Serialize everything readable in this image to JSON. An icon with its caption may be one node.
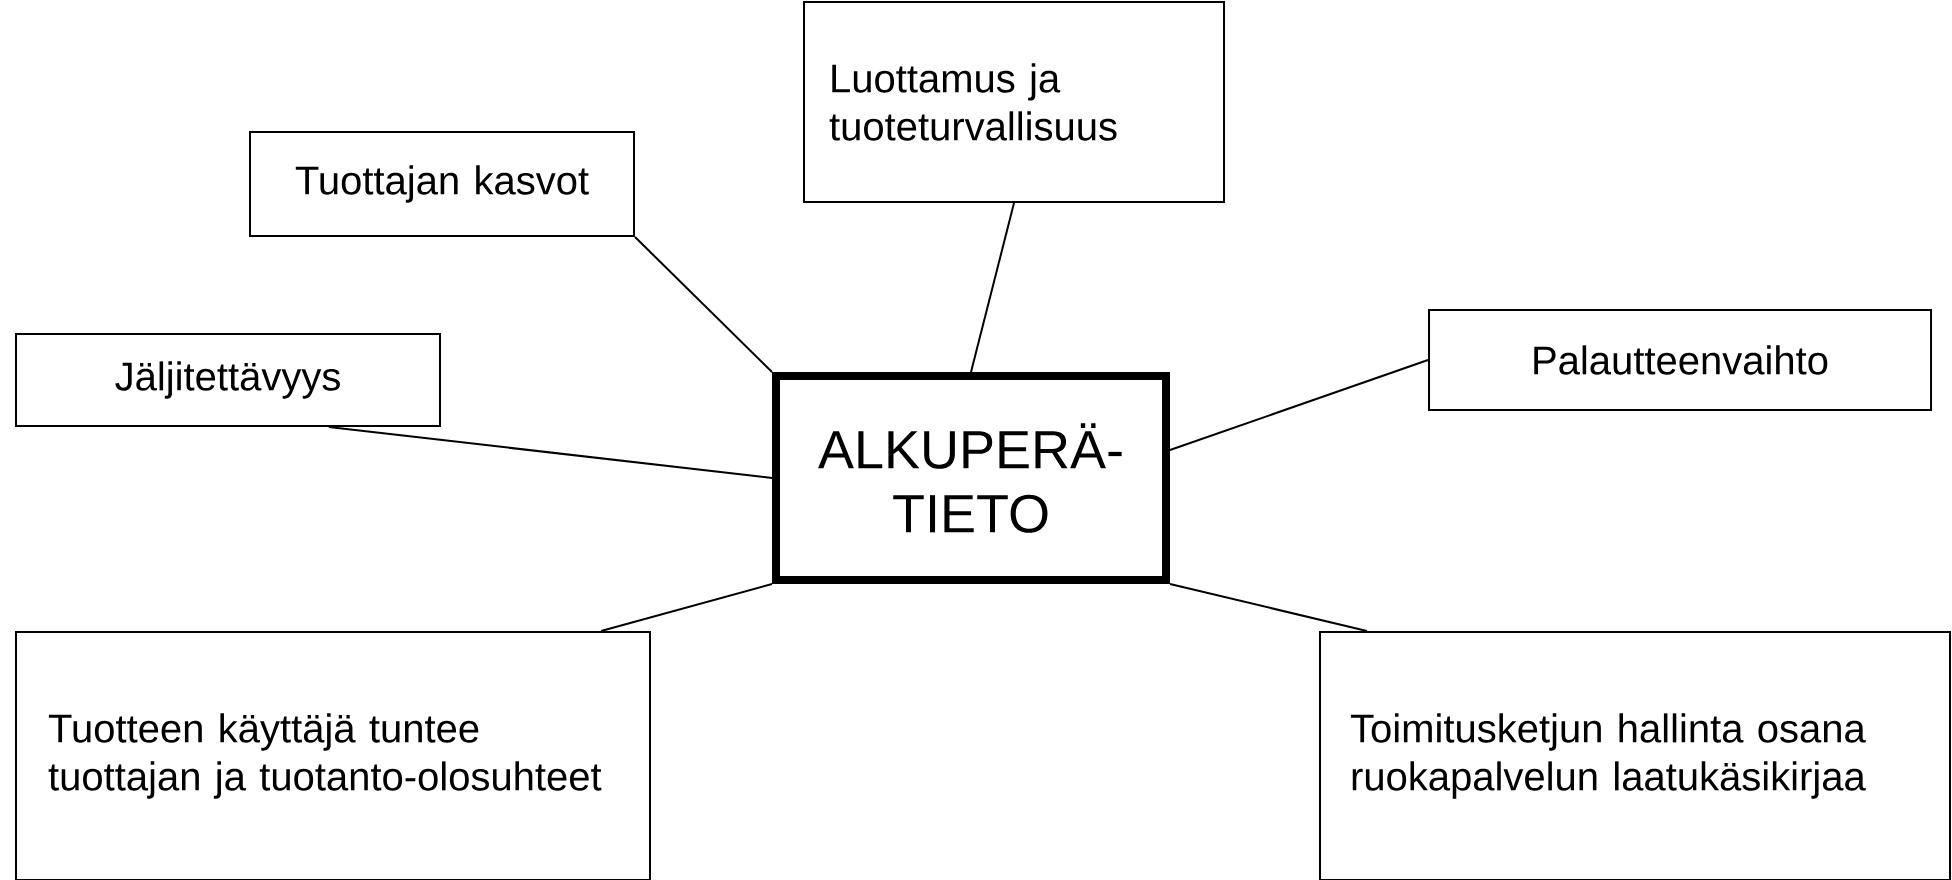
{
  "diagram": {
    "nodes": [
      {
        "text": [
          "Luottamus ja tuoteturvallisuus"
        ]
      },
      {
        "text": [
          "Tuottajan kasvot"
        ]
      },
      {
        "text": [
          "Palautteenvaihto"
        ]
      },
      {
        "text": [
          "Jäljitettävyys"
        ]
      },
      {
        "text": [
          "ALKUPERÄ-TIETO"
        ]
      },
      {
        "text": [
          "Tuotteen käyttäjä tuntee tuottajan ja tuotanto-olosuhteet"
        ]
      },
      {
        "text": [
          "Toimitusketjun hallinta osana ruokapalvelun laatukäsikirjaa"
        ]
      }
    ],
    "edges": [
      {
        "from": 4,
        "to": 0,
        "arrow": "none"
      },
      {
        "from": 4,
        "to": 1,
        "arrow": "none"
      },
      {
        "from": 4,
        "to": 2,
        "arrow": "none"
      },
      {
        "from": 4,
        "to": 3,
        "arrow": "none"
      },
      {
        "from": 4,
        "to": 5,
        "arrow": "none"
      },
      {
        "from": 4,
        "to": 6,
        "arrow": "none"
      }
    ]
  }
}
